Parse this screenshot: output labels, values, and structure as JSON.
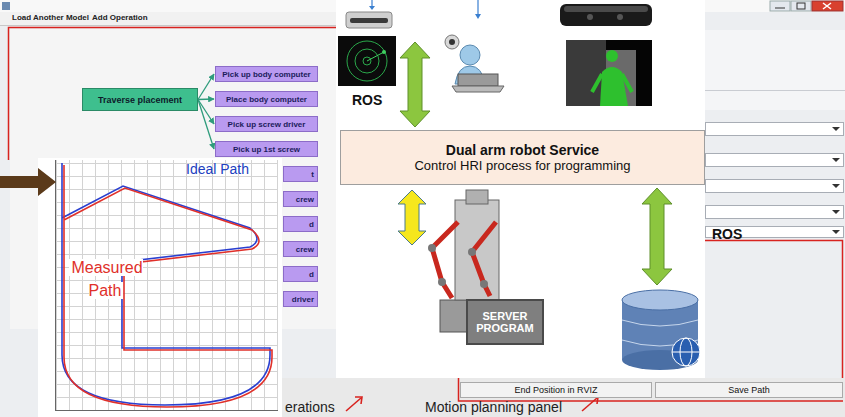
{
  "diagram": {
    "nodes": [
      {
        "text": [
          "Traverse placement"
        ]
      },
      {
        "text": [
          "Pick up body computer"
        ]
      },
      {
        "text": [
          "Place body computer"
        ]
      },
      {
        "text": [
          "Pick up screw driver"
        ]
      },
      {
        "text": [
          "Pick up 1st screw"
        ]
      },
      {
        "text": [
          "t"
        ]
      },
      {
        "text": [
          "crew"
        ]
      },
      {
        "text": [
          "d"
        ]
      },
      {
        "text": [
          "crew"
        ]
      },
      {
        "text": [
          "d"
        ]
      },
      {
        "text": [
          "driver"
        ]
      },
      {
        "text": [
          "Dual arm robot Service",
          "Control HRI process for programming"
        ]
      },
      {
        "text": [
          "SERVER PROGRAM"
        ]
      },
      {
        "text": [
          "End Position in RVIZ"
        ]
      },
      {
        "text": [
          "Save Path"
        ]
      }
    ],
    "edges": [
      {
        "from": 0,
        "to": 1,
        "arrow": "to"
      },
      {
        "from": 0,
        "to": 2,
        "arrow": "to"
      },
      {
        "from": 0,
        "to": 3,
        "arrow": "to"
      },
      {
        "from": 0,
        "to": 4,
        "arrow": "to"
      }
    ],
    "labels": [
      "Load Another Model",
      "Add Operation",
      "Ideal Path",
      "Measured Path",
      "ROS",
      "ROS",
      "erations",
      "Motion planning panel"
    ]
  }
}
